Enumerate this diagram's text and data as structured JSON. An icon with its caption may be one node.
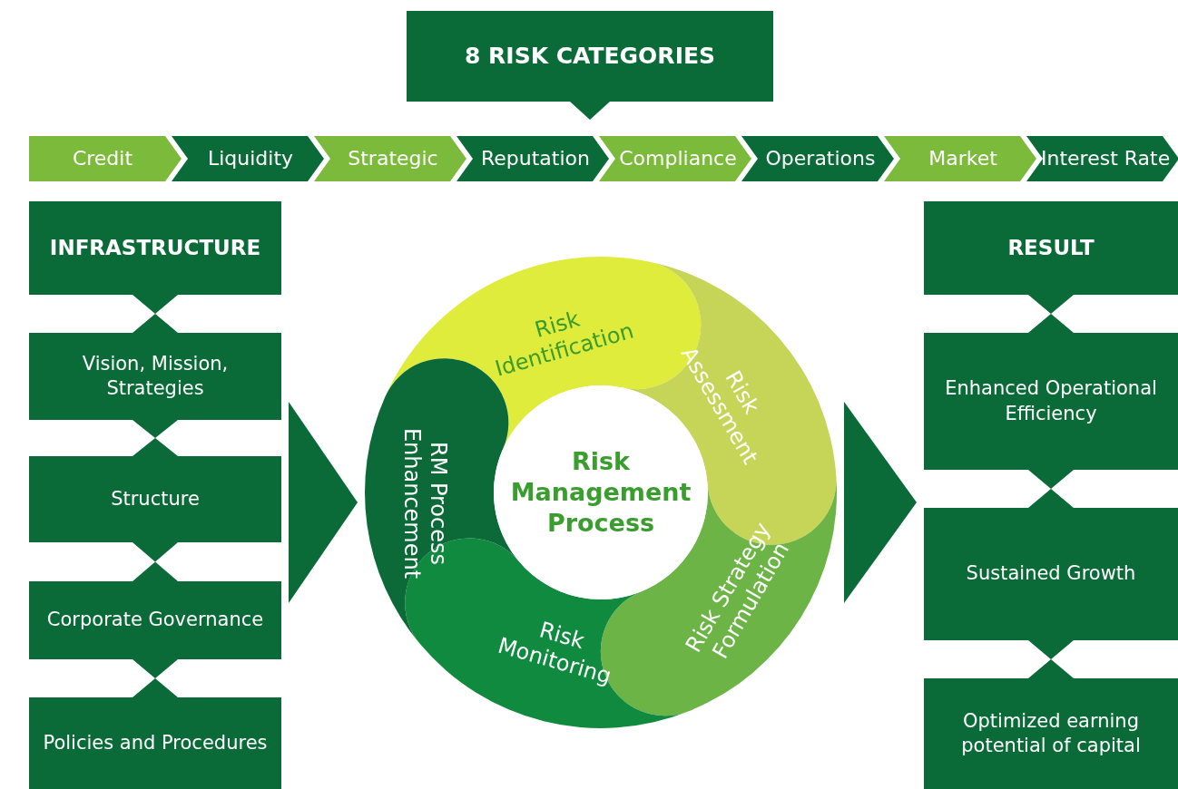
{
  "diagram": {
    "nodes": [
      {
        "text": [
          "8 RISK CATEGORIES"
        ]
      },
      {
        "text": [
          "Credit"
        ]
      },
      {
        "text": [
          "Liquidity"
        ]
      },
      {
        "text": [
          "Strategic"
        ]
      },
      {
        "text": [
          "Reputation"
        ]
      },
      {
        "text": [
          "Compliance"
        ]
      },
      {
        "text": [
          "Operations"
        ]
      },
      {
        "text": [
          "Market"
        ]
      },
      {
        "text": [
          "Interest Rate"
        ]
      },
      {
        "text": [
          "INFRASTRUCTURE"
        ]
      },
      {
        "text": [
          "Vision, Mission, Strategies"
        ]
      },
      {
        "text": [
          "Structure"
        ]
      },
      {
        "text": [
          "Corporate Governance"
        ]
      },
      {
        "text": [
          "Policies and Procedures"
        ]
      },
      {
        "text": [
          "RESULT"
        ]
      },
      {
        "text": [
          "Enhanced Operational Efficiency"
        ]
      },
      {
        "text": [
          "Sustained Growth"
        ]
      },
      {
        "text": [
          "Optimized earning potential of capital"
        ]
      },
      {
        "text": [
          "Risk Management Process"
        ]
      },
      {
        "text": [
          "Risk Identification"
        ]
      },
      {
        "text": [
          "Risk Assessment"
        ]
      },
      {
        "text": [
          "Risk Strategy Formulation"
        ]
      },
      {
        "text": [
          "Risk Monitoring"
        ]
      },
      {
        "text": [
          "RM Process Enhancement"
        ]
      }
    ],
    "edges": [
      {
        "from": 9,
        "to": 10,
        "arrow": "none"
      },
      {
        "from": 10,
        "to": 11,
        "arrow": "none"
      },
      {
        "from": 11,
        "to": 12,
        "arrow": "none"
      },
      {
        "from": 12,
        "to": 13,
        "arrow": "none"
      },
      {
        "from": 14,
        "to": 15,
        "arrow": "none"
      },
      {
        "from": 15,
        "to": 16,
        "arrow": "none"
      },
      {
        "from": 16,
        "to": 17,
        "arrow": "none"
      },
      {
        "from": 11,
        "to": 23,
        "arrow": "to"
      },
      {
        "from": 21,
        "to": 16,
        "arrow": "to"
      }
    ]
  }
}
